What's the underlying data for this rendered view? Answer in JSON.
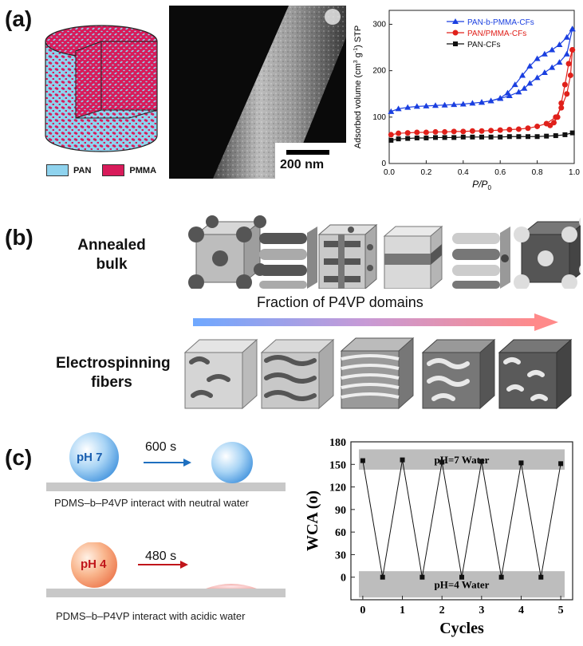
{
  "panel_a": {
    "label": "(a)",
    "cylinder_legend": [
      {
        "name": "PAN",
        "color": "#8fd3ee"
      },
      {
        "name": "PMMA",
        "color": "#d81b5a"
      }
    ],
    "sem_scale_label": "200 nm"
  },
  "panel_b": {
    "label": "(b)",
    "annealed_title": "Annealed bulk",
    "arrow_label": "Fraction of P4VP domains",
    "electrospinning_title": "Electrospinning fibers"
  },
  "panel_c": {
    "label": "(c)",
    "neutral": {
      "ph_label": "pH 7",
      "time_label": "600 s",
      "caption": "PDMS–b–P4VP  interact with neutral water"
    },
    "acidic": {
      "ph_label": "pH 4",
      "time_label": "480 s",
      "caption": "PDMS–b–P4VP  interact with acidic water"
    }
  },
  "chart_data": [
    {
      "type": "line",
      "panel": "a",
      "xlabel": "P/P0",
      "ylabel": "Adsorbed volume (cm3 g-1) STP",
      "xlim": [
        0.0,
        1.0
      ],
      "ylim": [
        0,
        330
      ],
      "x_ticks": [
        "0.0",
        "0.2",
        "0.4",
        "0.6",
        "0.8",
        "1.0"
      ],
      "y_ticks": [
        "0",
        "100",
        "200",
        "300"
      ],
      "legend_position": "top-right",
      "series": [
        {
          "name": "PAN-b-PMMA-CFs",
          "color": "#1a3fe0",
          "marker": "triangle",
          "x": [
            0.01,
            0.05,
            0.1,
            0.15,
            0.2,
            0.25,
            0.3,
            0.35,
            0.4,
            0.45,
            0.5,
            0.55,
            0.6,
            0.65,
            0.7,
            0.73,
            0.76,
            0.8,
            0.84,
            0.88,
            0.92,
            0.96,
            0.99
          ],
          "y": [
            112,
            118,
            121,
            123,
            124,
            125,
            126,
            127,
            128,
            130,
            132,
            135,
            140,
            146,
            154,
            162,
            173,
            185,
            196,
            207,
            218,
            236,
            290
          ],
          "desorption_x": [
            0.99,
            0.96,
            0.92,
            0.88,
            0.84,
            0.8,
            0.76,
            0.72,
            0.68,
            0.64,
            0.6,
            0.55,
            0.5
          ],
          "desorption_y": [
            290,
            272,
            256,
            245,
            236,
            226,
            210,
            190,
            170,
            152,
            141,
            135,
            132
          ]
        },
        {
          "name": "PAN/PMMA-CFs",
          "color": "#e0201a",
          "marker": "circle",
          "x": [
            0.01,
            0.05,
            0.1,
            0.15,
            0.2,
            0.25,
            0.3,
            0.35,
            0.4,
            0.45,
            0.5,
            0.55,
            0.6,
            0.65,
            0.7,
            0.75,
            0.8,
            0.85,
            0.9,
            0.93,
            0.96,
            0.98,
            0.99
          ],
          "y": [
            62,
            65,
            66,
            67,
            67,
            68,
            68,
            69,
            69,
            70,
            70,
            71,
            72,
            73,
            74,
            76,
            80,
            86,
            100,
            120,
            150,
            190,
            245
          ],
          "desorption_x": [
            0.99,
            0.97,
            0.95,
            0.93,
            0.91,
            0.89,
            0.87
          ],
          "desorption_y": [
            245,
            215,
            170,
            130,
            100,
            88,
            82
          ]
        },
        {
          "name": "PAN-CFs",
          "color": "#111111",
          "marker": "square",
          "x": [
            0.01,
            0.05,
            0.1,
            0.15,
            0.2,
            0.25,
            0.3,
            0.35,
            0.4,
            0.45,
            0.5,
            0.55,
            0.6,
            0.65,
            0.7,
            0.75,
            0.8,
            0.85,
            0.9,
            0.95,
            0.99
          ],
          "y": [
            50,
            53,
            54,
            55,
            55,
            56,
            56,
            56,
            57,
            57,
            57,
            57,
            57,
            58,
            58,
            58,
            58,
            59,
            60,
            62,
            66
          ]
        }
      ]
    },
    {
      "type": "line",
      "panel": "c",
      "xlabel": "Cycles",
      "ylabel": "WCA (o)",
      "xlim": [
        -0.3,
        5.3
      ],
      "ylim": [
        -30,
        180
      ],
      "x_ticks": [
        "0",
        "1",
        "2",
        "3",
        "4",
        "5"
      ],
      "y_ticks": [
        "0",
        "30",
        "60",
        "90",
        "120",
        "150",
        "180"
      ],
      "bands": [
        {
          "label": "pH=7 Water",
          "y_range": [
            143,
            170
          ]
        },
        {
          "label": "pH=4 Water",
          "y_range": [
            -27,
            8
          ]
        }
      ],
      "series": [
        {
          "name": "",
          "color": "#111111",
          "marker": "square",
          "x": [
            0,
            0.5,
            1,
            1.5,
            2,
            2.5,
            3,
            3.5,
            4,
            4.5,
            5
          ],
          "y": [
            155,
            0,
            156,
            0,
            153,
            0,
            154,
            0,
            152,
            0,
            151
          ]
        }
      ]
    }
  ]
}
